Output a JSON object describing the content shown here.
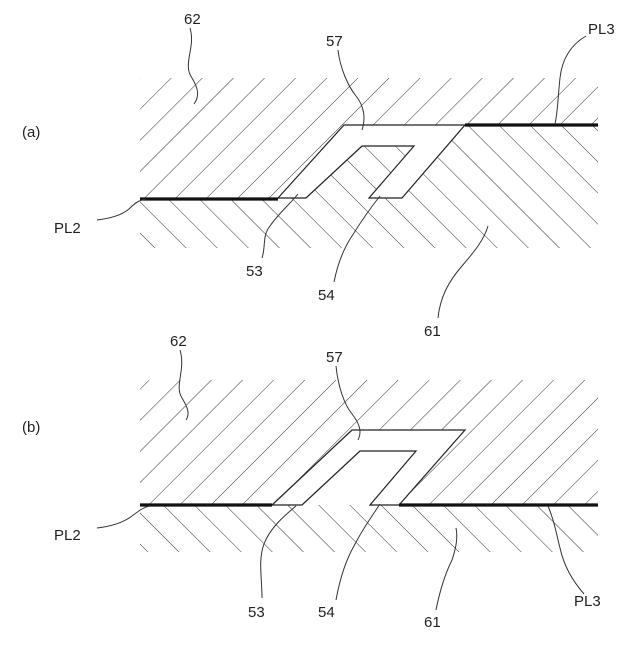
{
  "figure": {
    "panel_a": {
      "label": "(a)",
      "callouts": {
        "mold_upper": "62",
        "slot": "57",
        "parting_left": "PL2",
        "parting_right": "PL3",
        "insert_left": "53",
        "insert_hook": "54",
        "mold_lower": "61"
      }
    },
    "panel_b": {
      "label": "(b)",
      "callouts": {
        "mold_upper": "62",
        "slot": "57",
        "parting_left": "PL2",
        "parting_right": "PL3",
        "insert_left": "53",
        "insert_hook": "54",
        "mold_lower": "61"
      }
    }
  }
}
